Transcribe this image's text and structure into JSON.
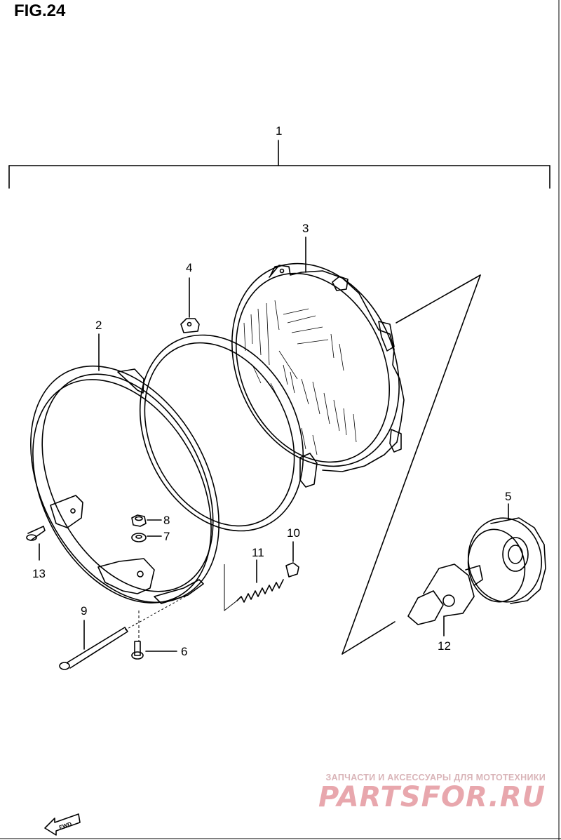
{
  "figure": {
    "title": "FIG.24"
  },
  "callouts": {
    "c1": "1",
    "c2": "2",
    "c3": "3",
    "c4": "4",
    "c5": "5",
    "c6": "6",
    "c7": "7",
    "c8": "8",
    "c9": "9",
    "c10": "10",
    "c11": "11",
    "c12": "12",
    "c13": "13"
  },
  "fwd_label": "FWD",
  "watermark": {
    "caption": "ЗАПЧАСТИ И АКСЕССУАРЫ ДЛЯ МОТОТЕХНИКИ",
    "logo": "PARTSFOR.RU",
    "color": "#e8a7ad"
  }
}
